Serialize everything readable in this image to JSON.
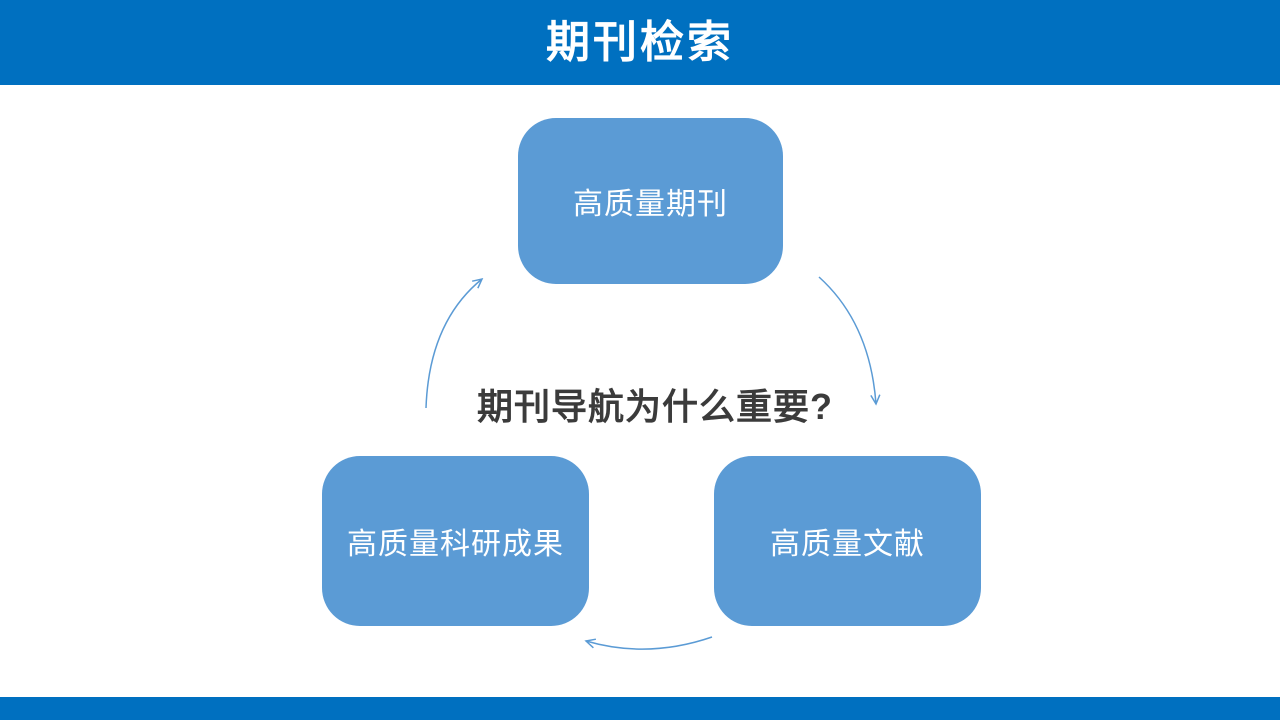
{
  "header": {
    "title": "期刊检索"
  },
  "diagram": {
    "question": "期刊导航为什么重要?",
    "nodes": {
      "top": {
        "label": "高质量期刊"
      },
      "left": {
        "label": "高质量科研成果"
      },
      "right": {
        "label": "高质量文献"
      }
    },
    "arrows": [
      {
        "name": "left-node-to-top-node",
        "direction": "up-right"
      },
      {
        "name": "top-node-to-right-node",
        "direction": "down"
      },
      {
        "name": "right-node-to-left-node",
        "direction": "left"
      }
    ]
  },
  "colors": {
    "header_bar": "#0070C0",
    "footer_bar": "#0070C0",
    "header_text": "#FFFFFF",
    "node_fill": "#5B9BD5",
    "node_text": "#FFFFFF",
    "arrow_stroke": "#5B9BD5",
    "question_text": "#3B3B3B",
    "background": "#FFFFFF"
  }
}
